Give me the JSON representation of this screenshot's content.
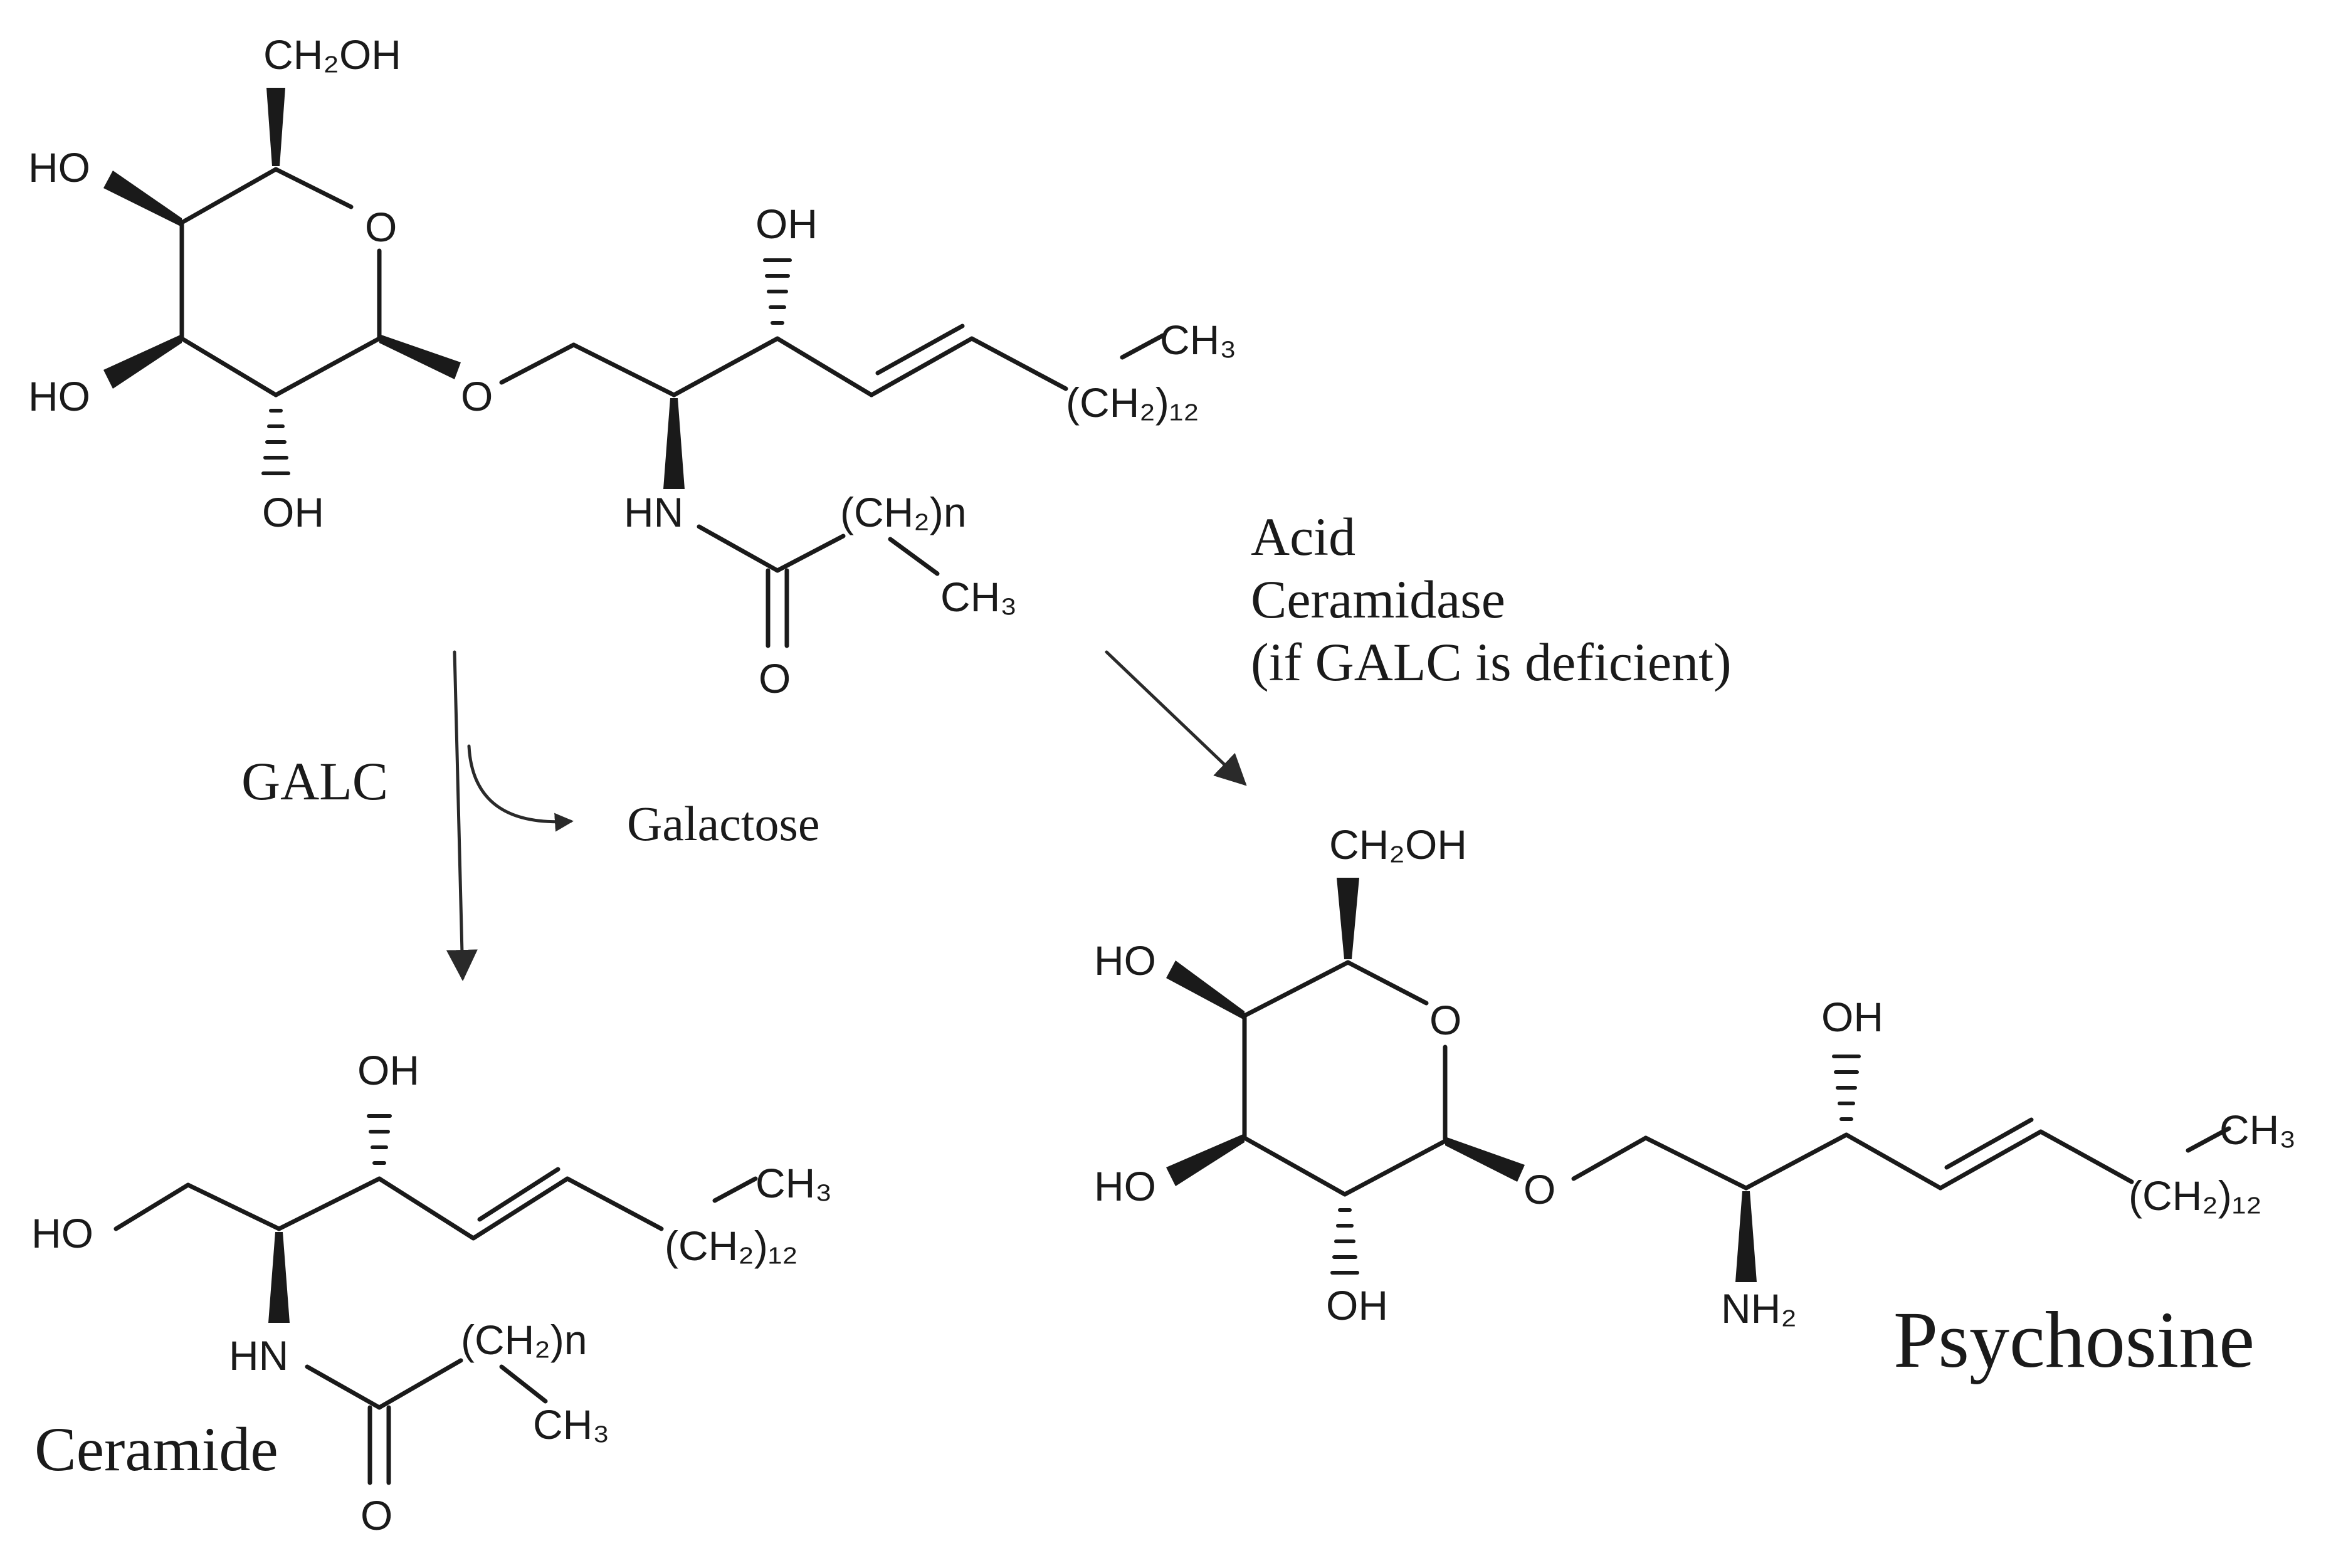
{
  "galactosylceramide": {
    "ch2oh": "CH₂OH",
    "ho_upper": "HO",
    "ring_o": "O",
    "ho_lower": "HO",
    "oh_bottom": "OH",
    "glyco_o": "O",
    "oh_chain": "OH",
    "hn": "HN",
    "ch2n": "(CH₂)n",
    "ch3_acyl": "CH₃",
    "carbonyl_o": "O",
    "ch3_tail": "CH₃",
    "ch2_12_tail": "(CH₂)₁₂"
  },
  "galc_reaction": {
    "enzyme": "GALC",
    "byproduct": "Galactose"
  },
  "ceramidase_reaction": {
    "line1": "Acid",
    "line2": "Ceramidase",
    "line3": "(if GALC is deficient)"
  },
  "ceramide": {
    "name": "Ceramide",
    "ho": "HO",
    "oh": "OH",
    "hn": "HN",
    "ch2n": "(CH₂)n",
    "ch3_acyl": "CH₃",
    "carbonyl_o": "O",
    "ch3_tail": "CH₃",
    "ch2_12_tail": "(CH₂)₁₂"
  },
  "psychosine": {
    "name": "Psychosine",
    "ch2oh": "CH₂OH",
    "ho_upper": "HO",
    "ring_o": "O",
    "ho_lower": "HO",
    "oh_bottom": "OH",
    "glyco_o": "O",
    "oh_chain": "OH",
    "nh2": "NH₂",
    "ch3_tail": "CH₃",
    "ch2_12_tail": "(CH₂)₁₂"
  }
}
